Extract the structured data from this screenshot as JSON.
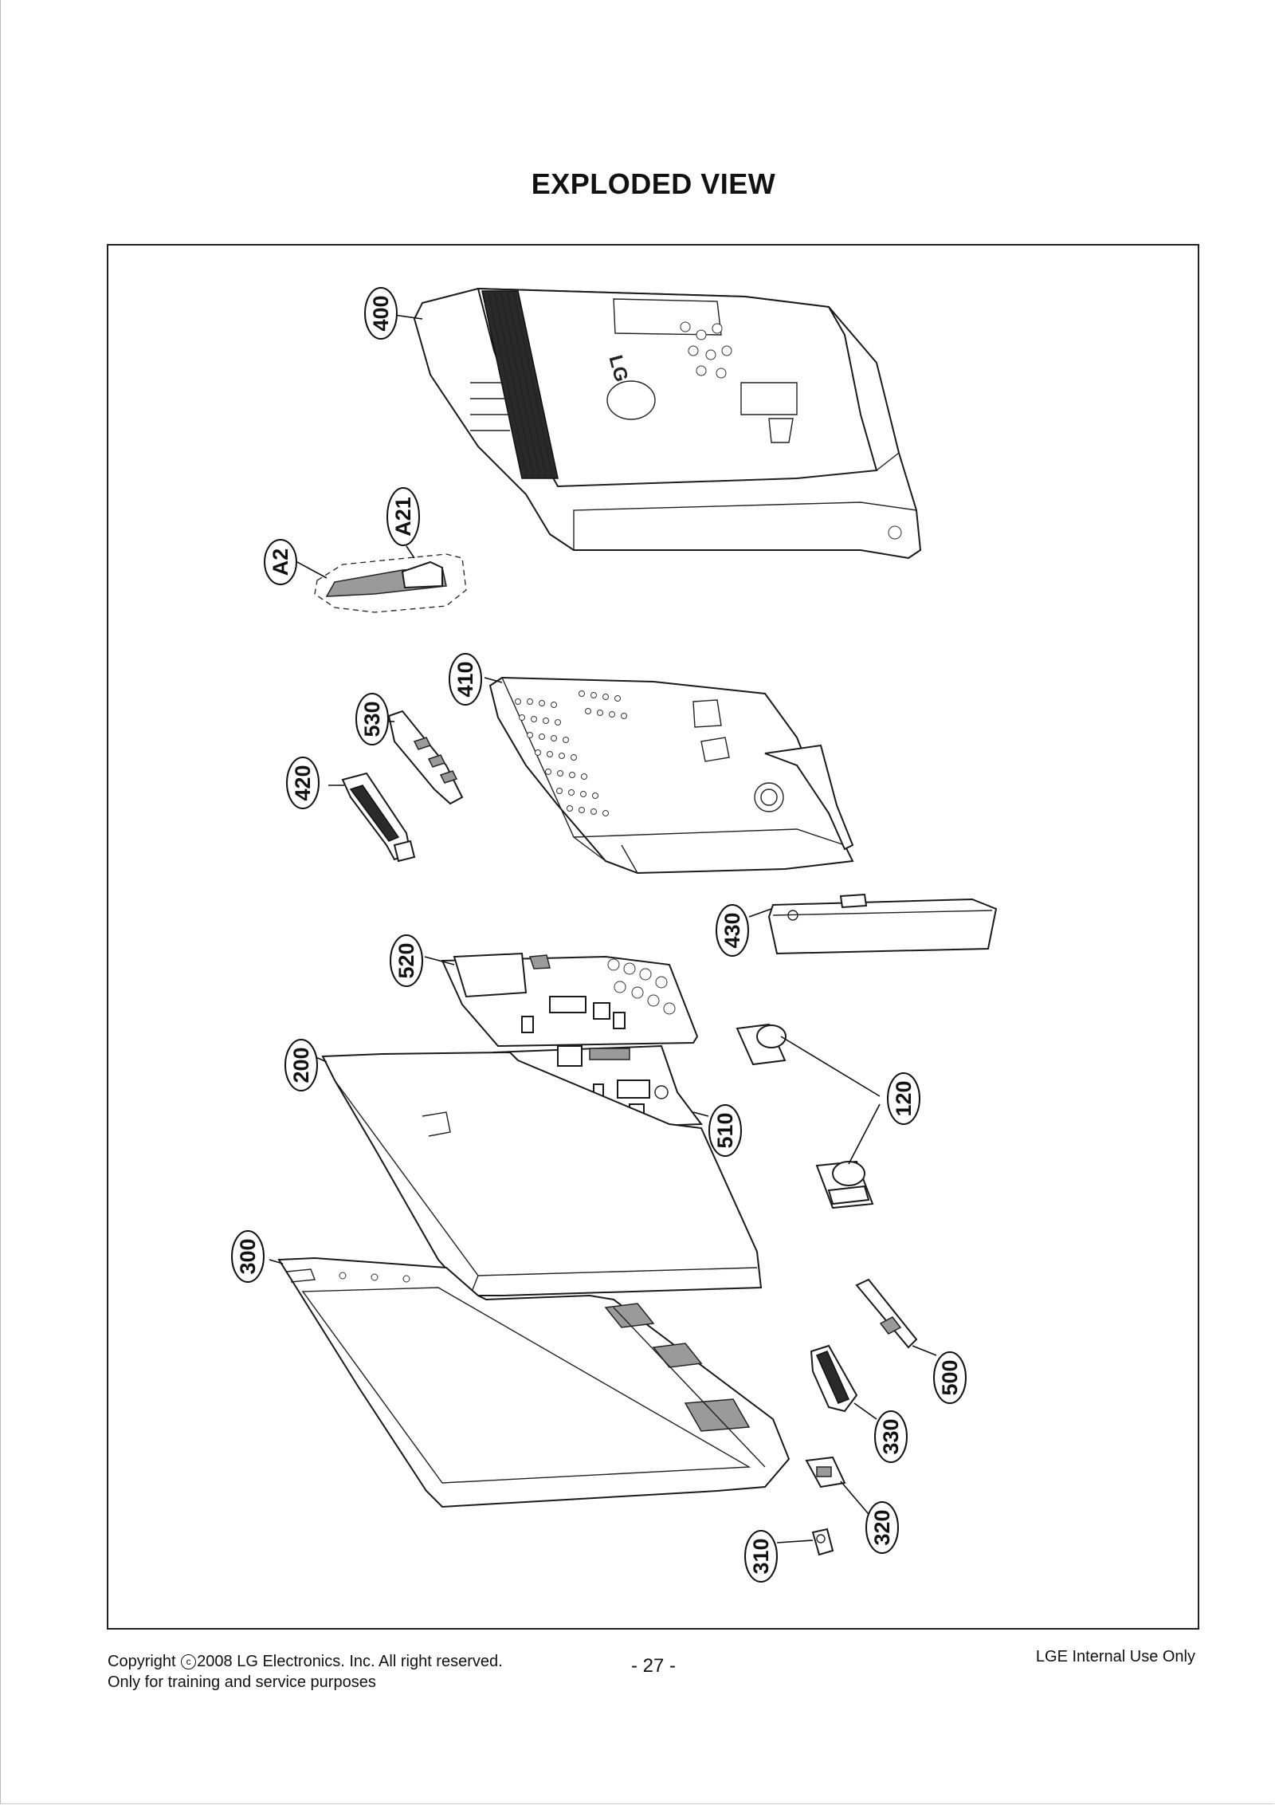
{
  "page": {
    "title": "EXPLODED VIEW",
    "footer_copyright_prefix": "Copyright ",
    "footer_copyright_symbol": "c",
    "footer_copyright_suffix": "2008 LG Electronics. Inc. All right reserved.",
    "footer_line2": "Only for training and service purposes",
    "page_number": "- 27 -",
    "footer_right": "LGE Internal Use Only"
  },
  "diagram": {
    "logo_text": "LG",
    "callouts": {
      "c400": "400",
      "c_a21": "A21",
      "c_a2": "A2",
      "c410": "410",
      "c530": "530",
      "c420": "420",
      "c430": "430",
      "c520": "520",
      "c200": "200",
      "c120": "120",
      "c510": "510",
      "c300": "300",
      "c500": "500",
      "c330": "330",
      "c320": "320",
      "c310": "310"
    }
  }
}
